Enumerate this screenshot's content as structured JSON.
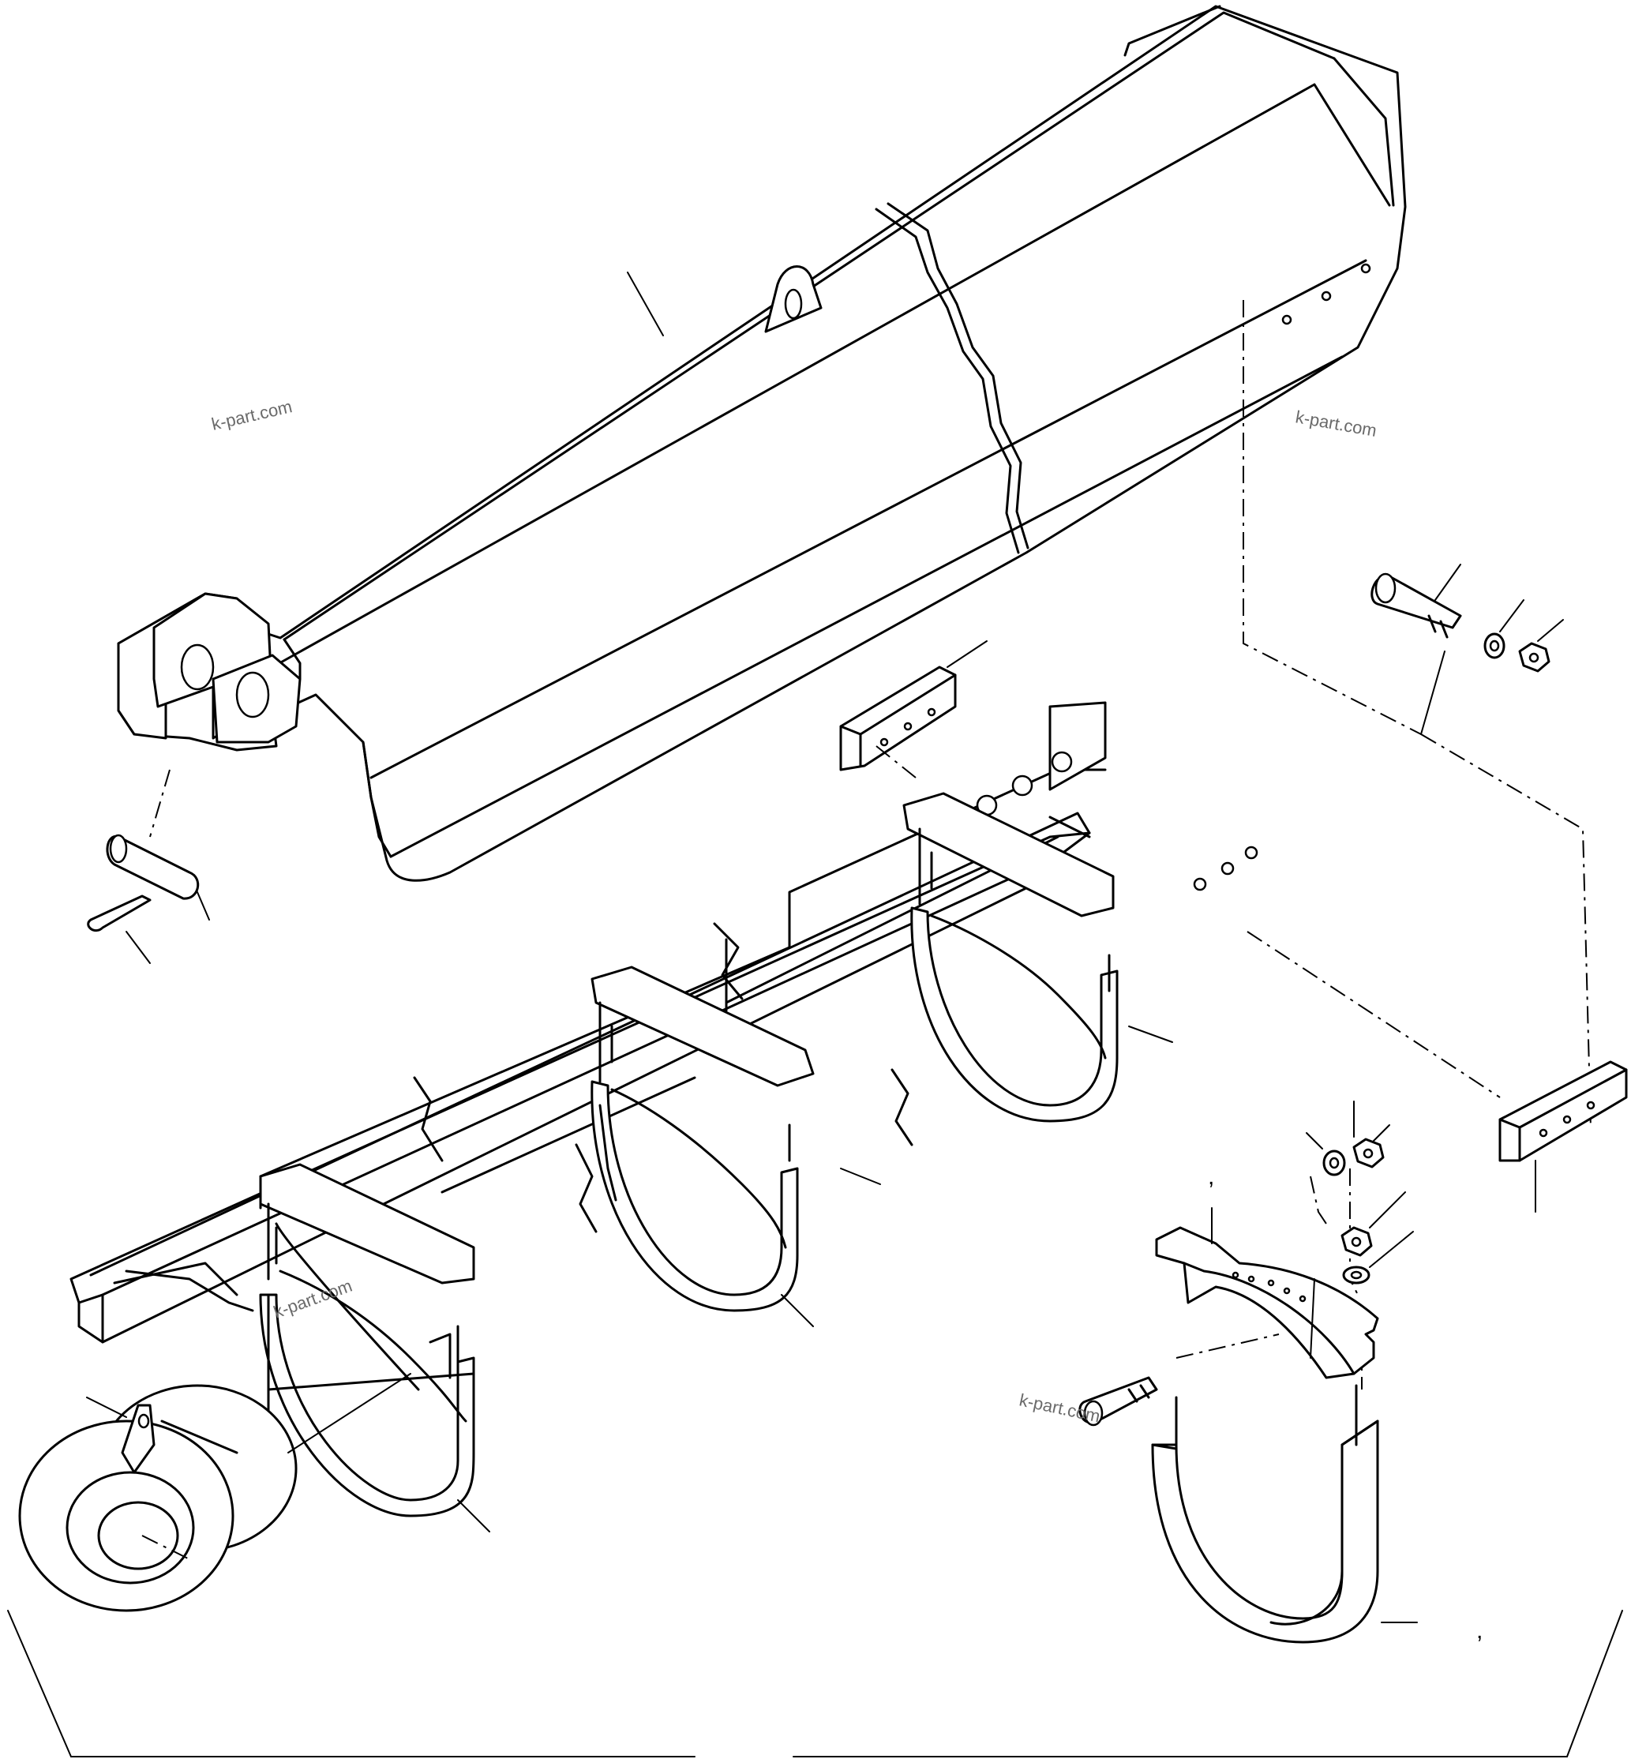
{
  "diagram": {
    "watermarks": [
      "k-part.com",
      "k-part.com",
      "k-part.com",
      "k-part.com"
    ],
    "marks": [
      ",",
      ","
    ]
  }
}
